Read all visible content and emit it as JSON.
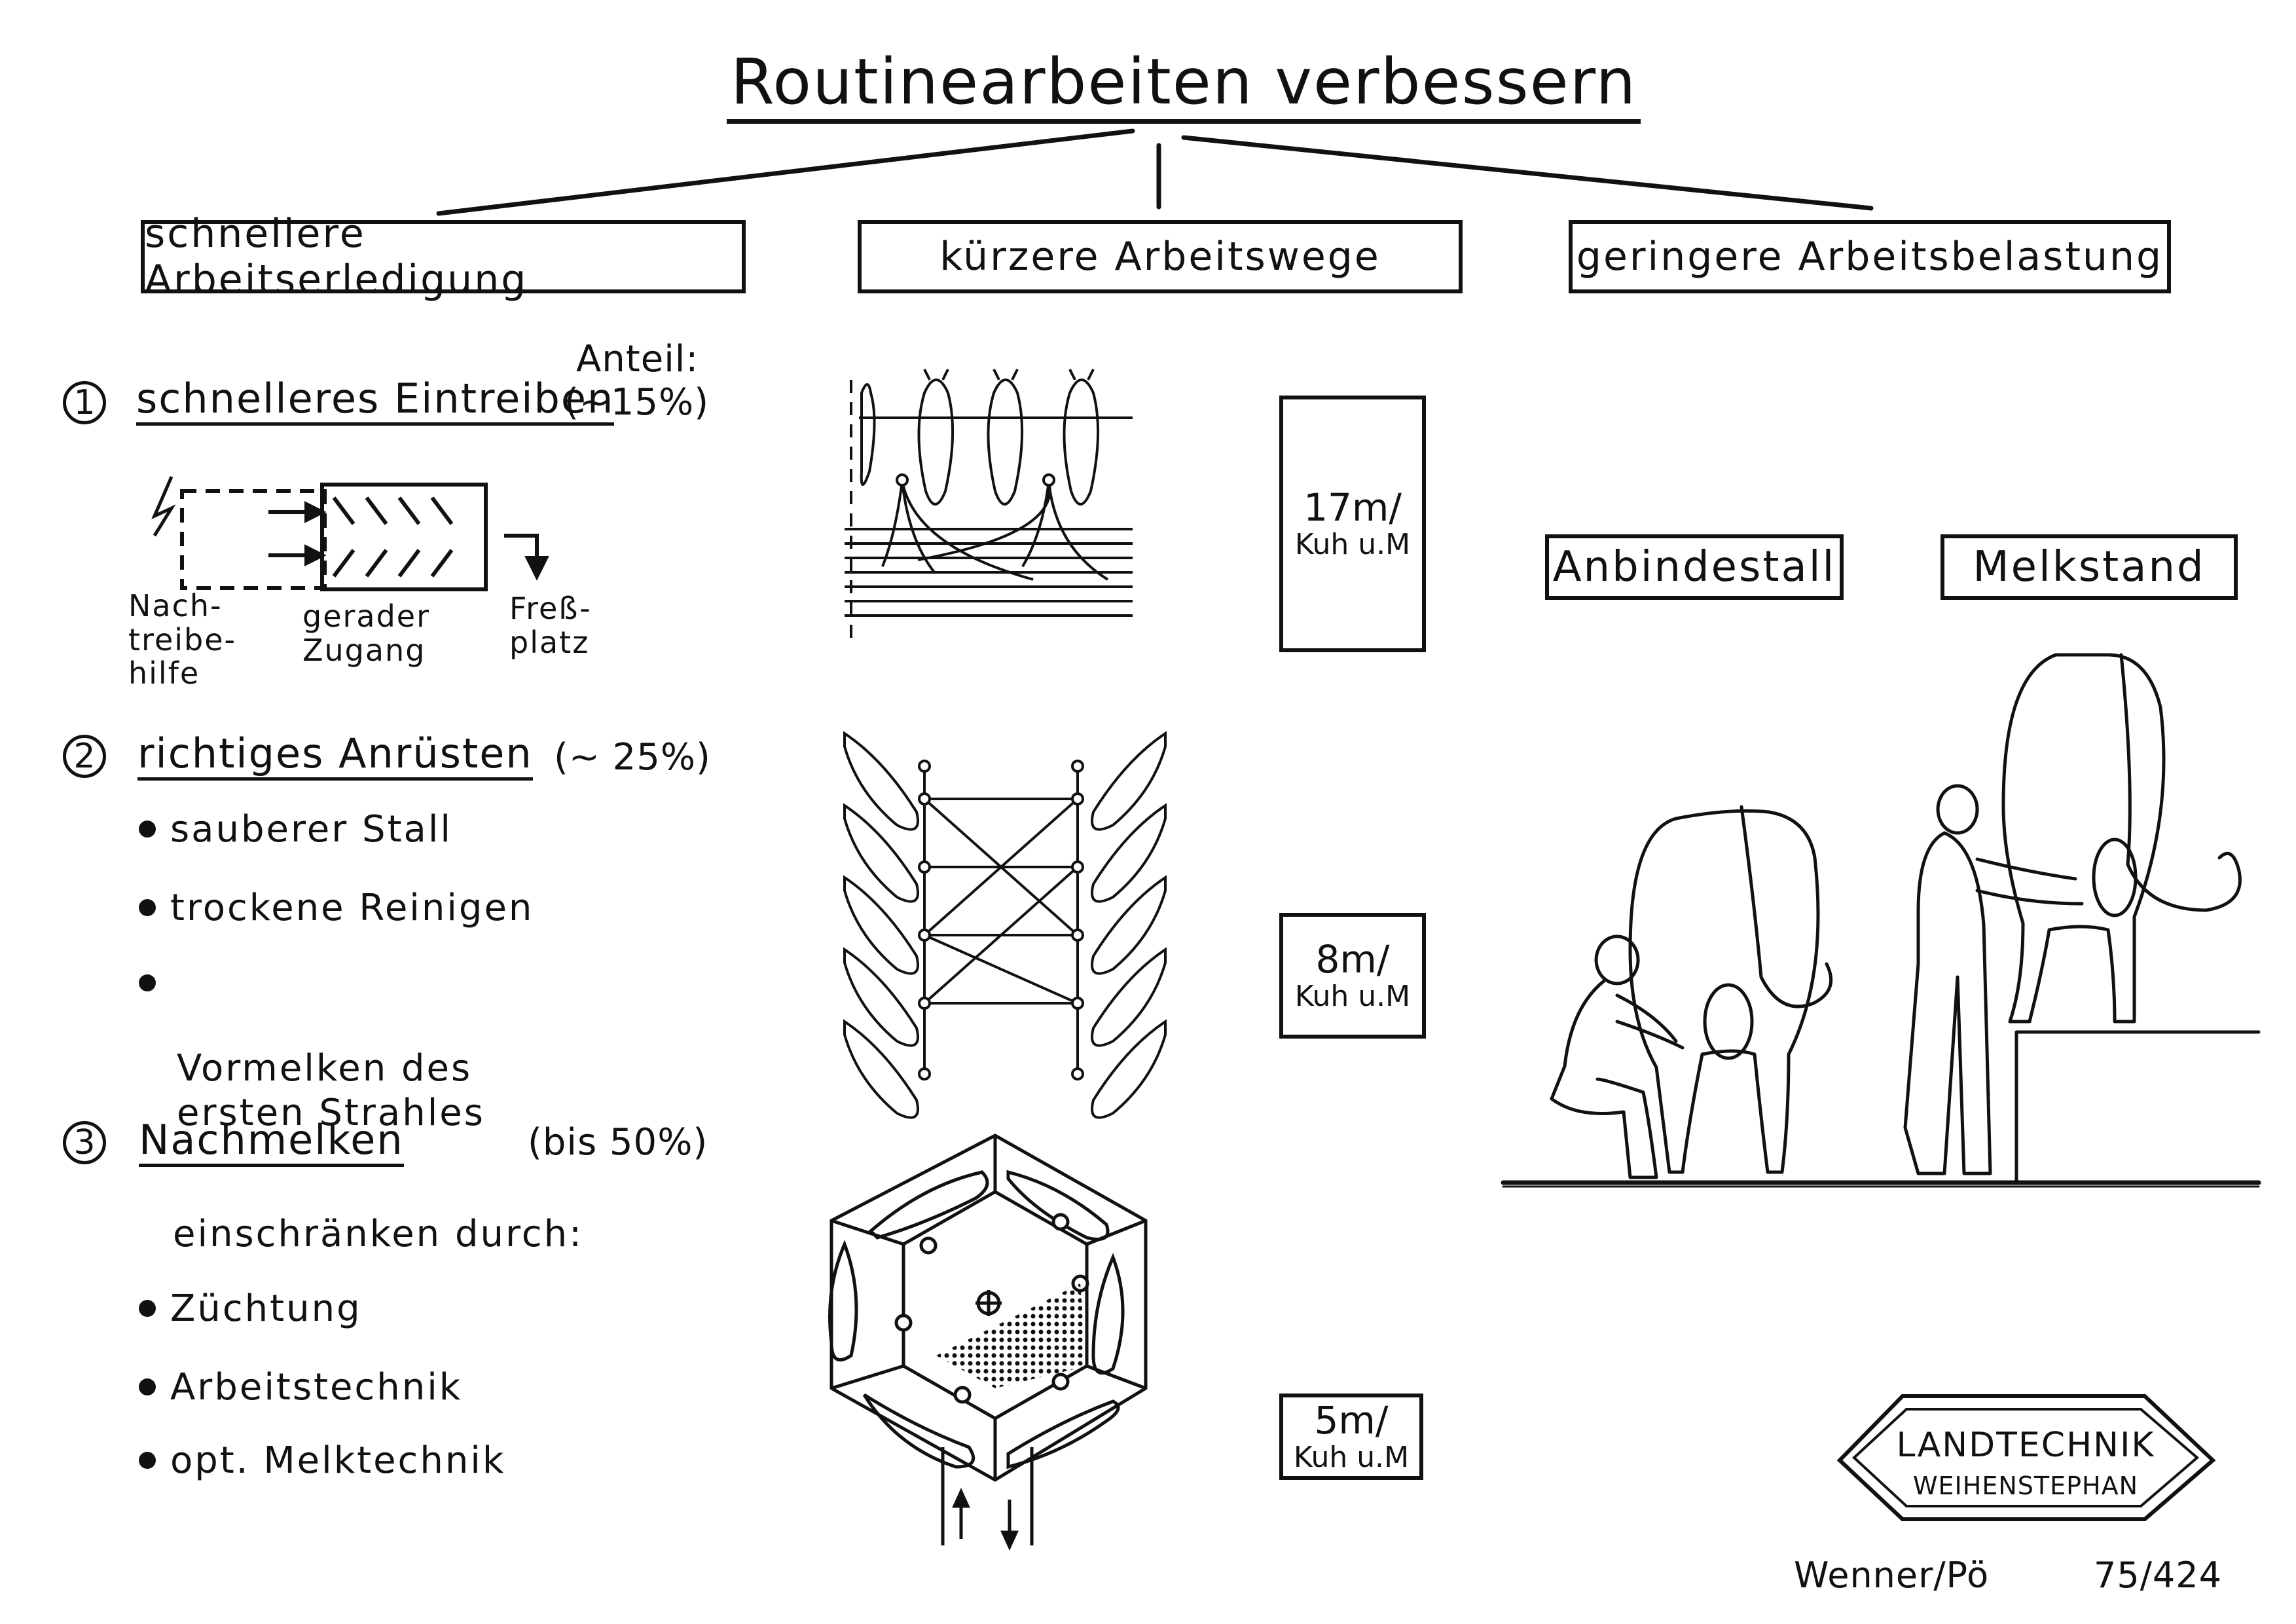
{
  "title": "Routinearbeiten verbessern",
  "categories": {
    "left": "schnellere Arbeitserledigung",
    "middle": "kürzere Arbeitswege",
    "right": "geringere Arbeitsbelastung"
  },
  "share_label": "Anteil:",
  "steps": [
    {
      "number": "1",
      "heading": "schnelleres Eintreiben",
      "share": "(~15%)"
    },
    {
      "number": "2",
      "heading": "richtiges Anrüsten",
      "share": "(~ 25%)"
    },
    {
      "number": "3",
      "heading": "Nachmelken",
      "share": "(bis 50%)"
    }
  ],
  "step1_diagram": {
    "label_left": "Nach-\ntreibe-\nhilfe",
    "label_mid": "gerader\nZugang",
    "label_right": "Freß-\nplatz"
  },
  "step2_bullets": [
    "sauberer Stall",
    "trockene Reinigen",
    "Vormelken des\nersten Strahles"
  ],
  "step3_intro": "einschränken durch:",
  "step3_bullets": [
    "Züchtung",
    "Arbeitstechnik",
    "opt. Melktechnik"
  ],
  "distances": [
    {
      "value": "17m/",
      "unit": "Kuh u.M"
    },
    {
      "value": "8m/",
      "unit": "Kuh u.M"
    },
    {
      "value": "5m/",
      "unit": "Kuh u.M"
    }
  ],
  "load_labels": {
    "tie_stall": "Anbindestall",
    "parlor": "Melkstand"
  },
  "logo": {
    "line1": "LANDTECHNIK",
    "line2": "WEIHENSTEPHAN"
  },
  "author": "Wenner/Pö",
  "doc_number": "75/424"
}
